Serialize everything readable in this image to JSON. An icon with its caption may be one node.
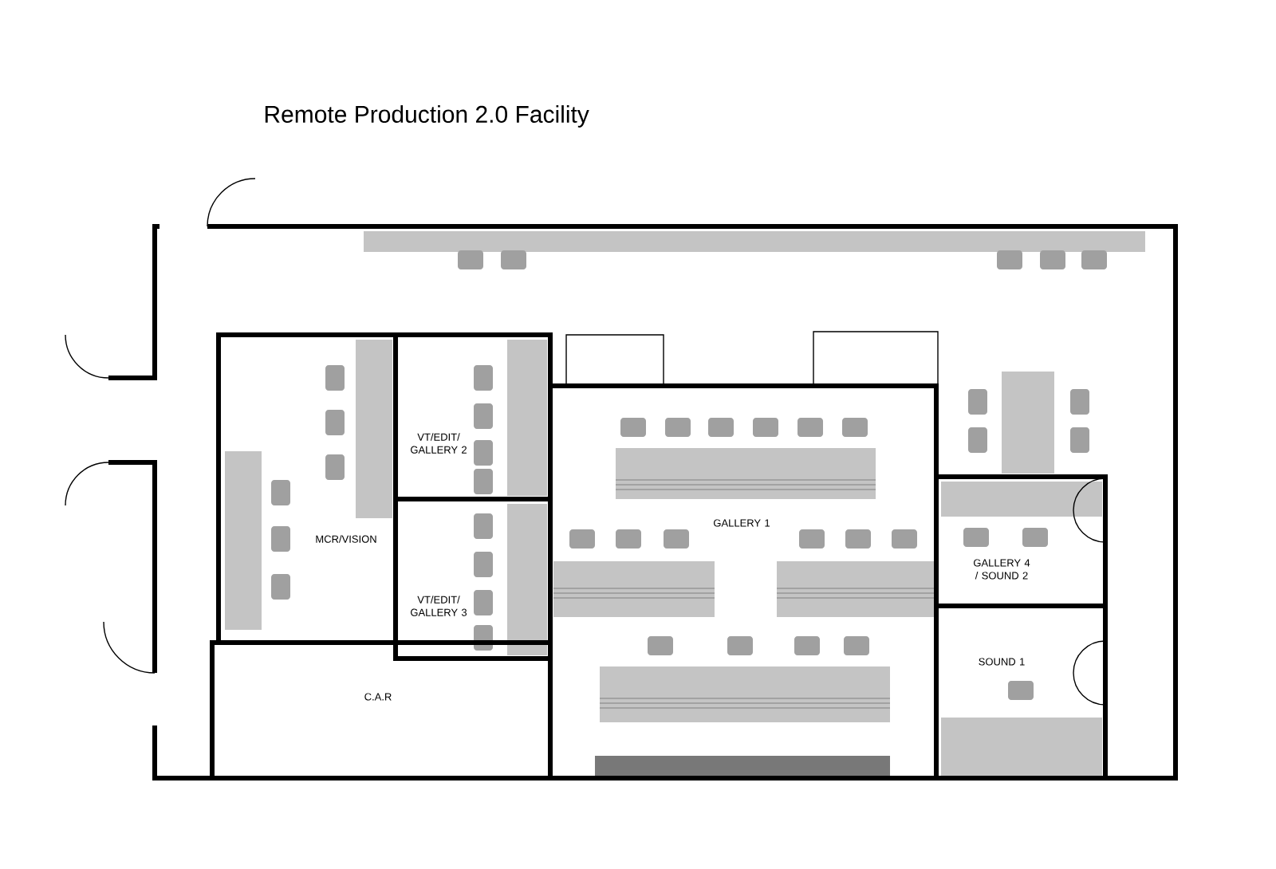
{
  "diagram": {
    "title": "Remote Production 2.0 Facility",
    "nodes": [
      {
        "text": [
          "MCR/VISION"
        ]
      },
      {
        "text": [
          "VT/EDIT/ GALLERY 2"
        ]
      },
      {
        "text": [
          "VT/EDIT/ GALLERY 3"
        ]
      },
      {
        "text": [
          "GALLERY 1"
        ]
      },
      {
        "text": [
          "GALLERY 4 / SOUND 2"
        ]
      },
      {
        "text": [
          "SOUND 1"
        ]
      },
      {
        "text": [
          "C.A.R"
        ]
      }
    ]
  }
}
